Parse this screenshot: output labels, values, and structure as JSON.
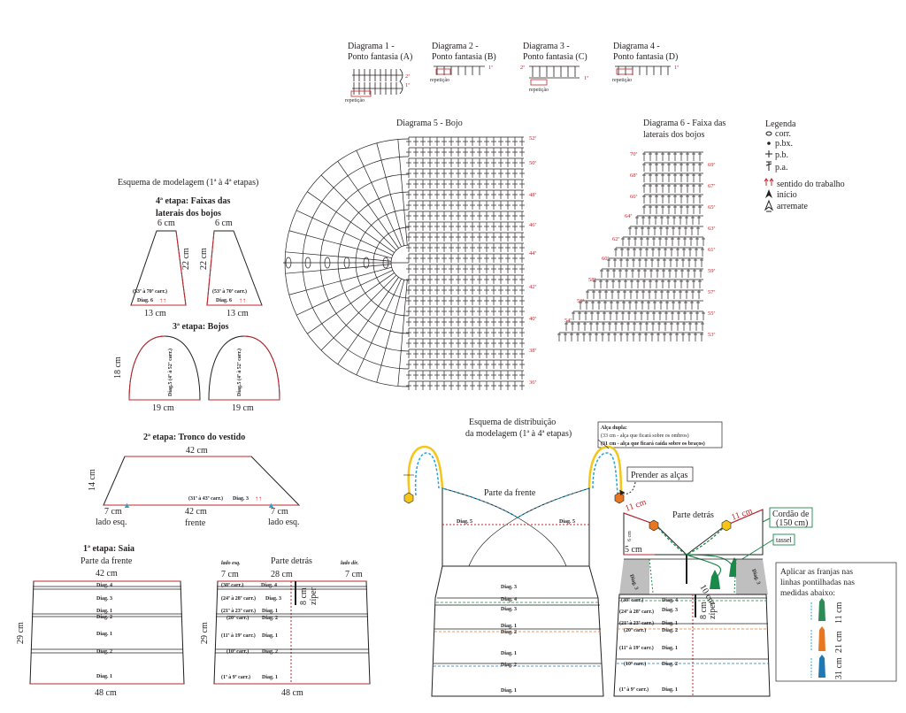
{
  "diagrams_top": [
    {
      "title": "Diagrama 1 -",
      "sub": "Ponto fantasia (A)",
      "rep": "repetição"
    },
    {
      "title": "Diagrama 2 -",
      "sub": "Ponto fantasia (B)",
      "rep": "repetição"
    },
    {
      "title": "Diagrama 3 -",
      "sub": "Ponto fantasia (C)",
      "rep": "repetição"
    },
    {
      "title": "Diagrama 4 -",
      "sub": "Ponto fantasia (D)",
      "rep": "repetição"
    }
  ],
  "row_marks": {
    "one": "1ª",
    "two": "2ª"
  },
  "diagram5": {
    "title": "Diagrama 5 - Bojo",
    "rows": [
      "52ª",
      "50ª",
      "48ª",
      "46ª",
      "44ª",
      "42ª",
      "40ª",
      "38ª",
      "36ª"
    ]
  },
  "diagram6": {
    "title_1": "Diagrama 6 - Faixa das",
    "title_2": "laterais dos bojos",
    "left_rows": [
      "70ª",
      "68ª",
      "66ª",
      "64ª",
      "62ª",
      "60ª",
      "58ª",
      "56ª",
      "54ª"
    ],
    "right_rows": [
      "69ª",
      "67ª",
      "65ª",
      "63ª",
      "61ª",
      "59ª",
      "57ª",
      "55ª",
      "53ª"
    ]
  },
  "legend": {
    "title": "Legenda",
    "items": [
      "corr.",
      "p.bx.",
      "p.b.",
      "p.a.",
      "sentido do trabalho",
      "início",
      "arremate"
    ]
  },
  "esquema_modelagem": "Esquema de modelagem (1ª à 4ª etapas)",
  "etapa4": {
    "title_1": "4ª etapa: Faixas das",
    "title_2": "laterais dos bojos",
    "top": "6 cm",
    "height": "22 cm",
    "bottom": "13 cm",
    "rows": "(53ª à 70ª carr.)",
    "diag": "Diag. 6"
  },
  "etapa3": {
    "title": "3ª etapa: Bojos",
    "height": "18 cm",
    "width": "19 cm",
    "diag": "Diag.5 (4ª à 52ª carr.)"
  },
  "etapa2": {
    "title": "2ª etapa: Tronco do vestido",
    "top": "42 cm",
    "height": "14 cm",
    "rows": "(31ª à 43ª carr.)",
    "diag": "Diag. 3",
    "left": "7 cm",
    "left_sub": "lado esq.",
    "mid": "42 cm",
    "mid_sub": "frente",
    "right": "7 cm",
    "right_sub": "lado esq."
  },
  "etapa1": {
    "title": "1ª etapa: Saia",
    "front_title": "Parte da frente",
    "front_top": "42 cm",
    "front_height": "29 cm",
    "front_bottom": "48 cm",
    "back_title": "Parte detrás",
    "back_left_label": "lado esq.",
    "back_right_label": "lado dir.",
    "back_left": "7 cm",
    "back_mid": "28 cm",
    "back_right": "7 cm",
    "back_height": "29 cm",
    "back_bottom": "48 cm",
    "zip": "8 cm",
    "zip_word": "zíper",
    "front_rows": [
      "Diag. 4",
      "Diag. 3",
      "Diag. 1",
      "Diag. 2",
      "Diag. 1",
      "Diag. 2",
      "Diag. 1"
    ],
    "back_rows": [
      {
        "range": "(30ª carr.)",
        "diag": "Diag. 4"
      },
      {
        "range": "(24ª à 28ª carr.)",
        "diag": "Diag. 3"
      },
      {
        "range": "(21ª à 23ª carr.)",
        "diag": "Diag. 1"
      },
      {
        "range": "(20ª carr.)",
        "diag": "Diag. 2"
      },
      {
        "range": "(11ª à 19ª carr.)",
        "diag": "Diag. 1"
      },
      {
        "range": "(10ª carr.)",
        "diag": "Diag. 2"
      },
      {
        "range": "(1ª à 9ª carr.)",
        "diag": "Diag. 1"
      }
    ]
  },
  "distribuicao": {
    "title_1": "Esquema de distribuição",
    "title_2": "da modelagem (1ª à 4ª etapas)",
    "alca_title": "Alça dupla:",
    "alca_1": "(33 cm - alça que ficará sobre os ombros)",
    "alca_2": "(31 cm - alça que ficará caída sobre os braços)",
    "prender": "Prender as alças",
    "parte_frente": "Parte da frente",
    "parte_detras": "Parte detrás",
    "diag5": "Diag. 5",
    "diag3": "Diag. 3",
    "diag3r": "Diag. 3",
    "front_rows": [
      "Diag. 3",
      "Diag. 4",
      "Diag. 3",
      "Diag. 1",
      "Diag. 2",
      "Diag. 1",
      "Diag. 2",
      "Diag. 1"
    ],
    "cm11a": "11 cm",
    "cm11b": "11 cm",
    "cm6": "6 cm",
    "cm5": "5 cm",
    "cm10": "10 cm",
    "cm8": "8 cm",
    "zip": "zíper",
    "cordao_1": "Cordão de",
    "cordao_2": "(150 cm)",
    "tassel": "tassel",
    "back_rows": [
      {
        "range": "(30ª carr.)",
        "diag": "Diag. 4"
      },
      {
        "range": "(24ª à 28ª carr.)",
        "diag": "Diag. 3"
      },
      {
        "range": "(21ª à 23ª carr.)",
        "diag": "Diag. 1"
      },
      {
        "range": "(20ª carr.)",
        "diag": "Diag. 2"
      },
      {
        "range": "(11ª à 19ª carr.)",
        "diag": "Diag. 1"
      },
      {
        "range": "(10ª carr.)",
        "diag": "Diag. 2"
      },
      {
        "range": "(1ª à 9ª carr.)",
        "diag": "Diag. 1"
      }
    ]
  },
  "franjas": {
    "text": [
      "Aplicar as franjas nas",
      "linhas pontilhadas nas",
      "medidas abaixo:"
    ],
    "sizes": [
      "11 cm",
      "21 cm",
      "31 cm"
    ],
    "colors": [
      "#2e8b57",
      "#e87722",
      "#1f78b4"
    ]
  },
  "colors": {
    "red": "#c1272d",
    "blue": "#29a3d6",
    "green": "#1a8a4a",
    "orange": "#e87722",
    "yellow": "#f5c518",
    "gray": "#bfbfbf"
  }
}
